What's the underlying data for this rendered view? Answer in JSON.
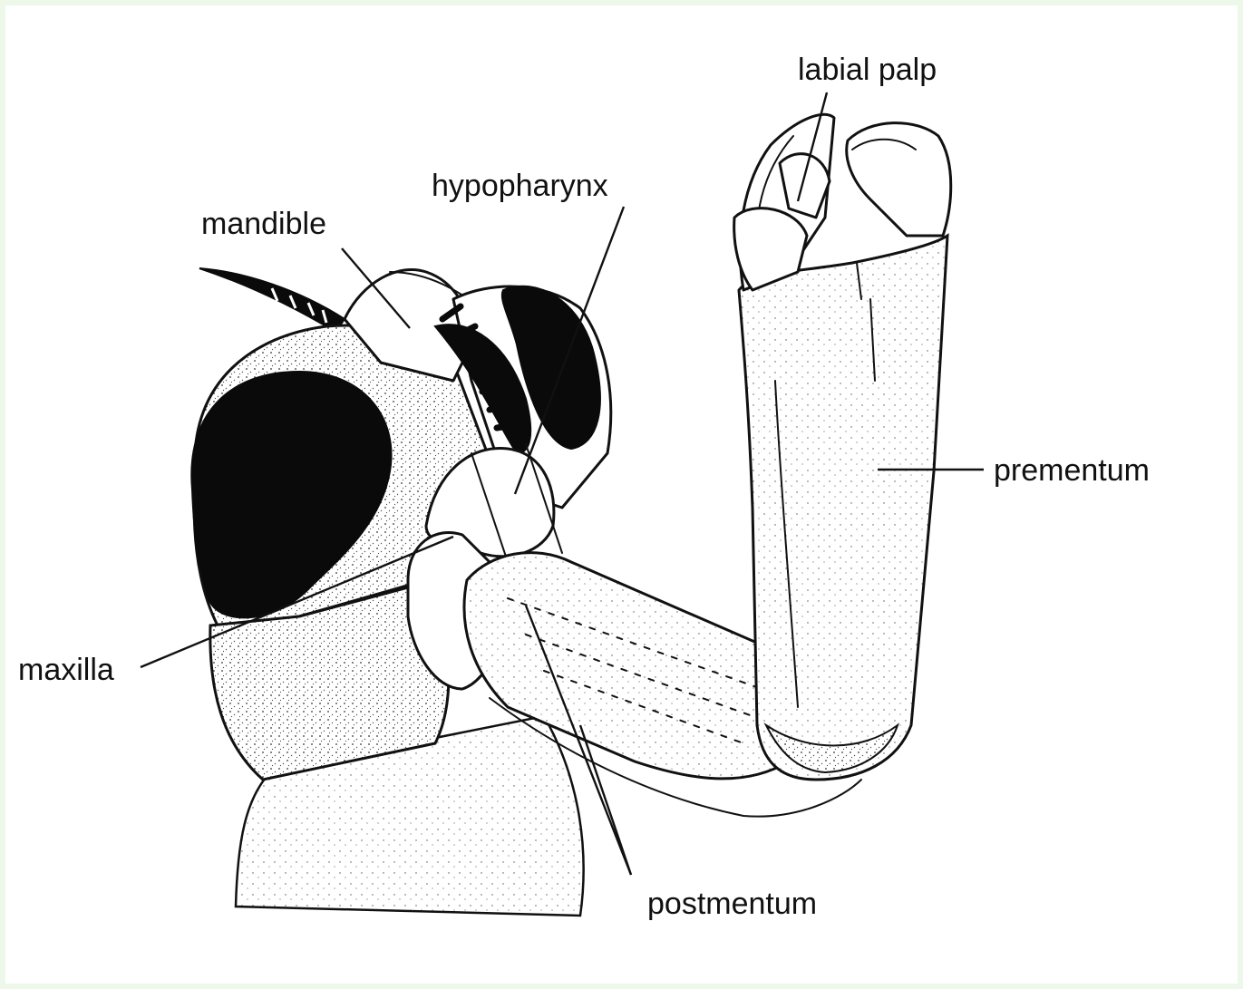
{
  "labels": {
    "labial_palp": "labial palp",
    "hypopharynx": "hypopharynx",
    "mandible": "mandible",
    "prementum": "prementum",
    "maxilla": "maxilla",
    "postmentum": "postmentum"
  },
  "colors": {
    "background": "#eef8ea",
    "panel": "#ffffff",
    "ink": "#111111"
  }
}
